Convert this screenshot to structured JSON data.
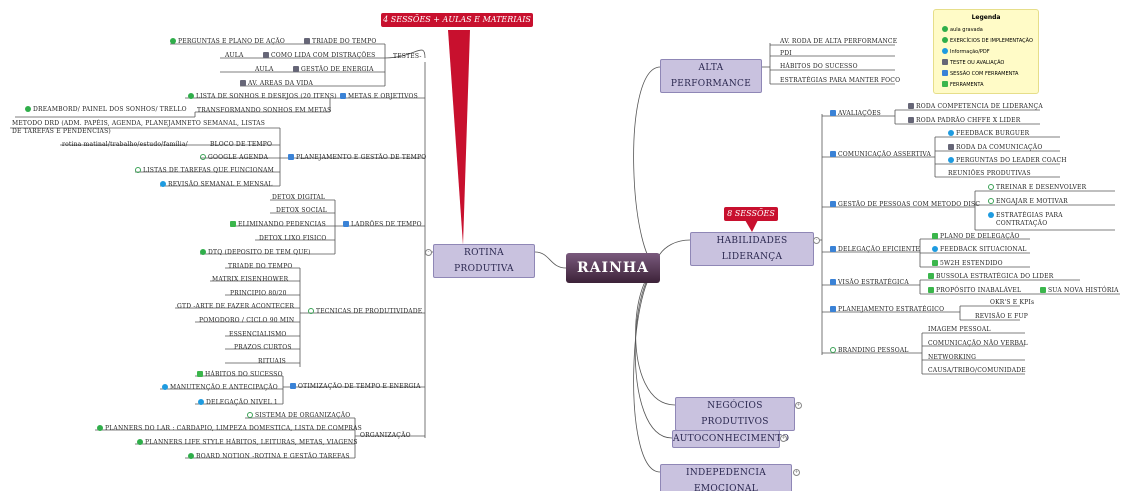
{
  "center": {
    "label": "RAINHA"
  },
  "callouts": {
    "sessions_materials": "4 SESSÕES + AULAS E MATERIAIS",
    "eight_sessions": "8 SESSÕES"
  },
  "legend": {
    "title": "Legenda",
    "items": [
      {
        "icon": "green-circle-icon",
        "label": "aula gravada"
      },
      {
        "icon": "green-ring-icon",
        "label": "EXERCÍCIOS DE IMPLEMENTAÇÃO"
      },
      {
        "icon": "blue-info-icon",
        "label": "Informação/PDF"
      },
      {
        "icon": "test-icon",
        "label": "TESTE OU AVALIAÇÃO"
      },
      {
        "icon": "session-tool-icon",
        "label": "SESSÃO COM FERRAMENTA"
      },
      {
        "icon": "tool-icon",
        "label": "FERRAMENTA"
      }
    ]
  },
  "right": {
    "alta_performance": {
      "label": "ALTA PERFORMANCE",
      "children": [
        "AV. RODA DE ALTA PERFORMANCE",
        "PDI",
        "HÁBITOS DO SUCESSO",
        "ESTRATÉGIAS PARA MANTER FOCO"
      ]
    },
    "habilidades": {
      "label": "HABILIDADES LIDERANÇA",
      "avaliacoes": {
        "label": "AVALIAÇÕES",
        "children": [
          "RODA COMPETENCIA DE LIDERANÇA",
          "RODA PADRÃO CHFFE X LIDER"
        ]
      },
      "comunicacao": {
        "label": "COMUNICAÇÃO ASSERTIVA",
        "children": [
          "FEEDBACK BURGUER",
          "RODA DA COMUNICAÇÃO",
          "PERGUNTAS DO LEADER COACH",
          "REUNIÕES PRODUTIVAS"
        ]
      },
      "gestao_pessoas": {
        "label": "GESTÃO DE PESSOAS COM METODO DISC",
        "children": [
          "TREINAR E DESENVOLVER",
          "ENGAJAR E MOTIVAR",
          "ESTRATÉGIAS PARA",
          "CONTRATAÇÃO"
        ]
      },
      "delegacao": {
        "label": "DELEGAÇÃO EFICIENTE",
        "children": [
          "PLANO DE DELEGAÇÃO",
          "FEEDBACK SITUACIONAL",
          "5W2H ESTENDIDO"
        ]
      },
      "visao": {
        "label": "VISÃO ESTRATÉGICA",
        "children": [
          "BUSSOLA ESTRATÉGICA DO LIDER",
          "PROPÓSITO INABALÁVEL",
          "SUA NOVA HISTÓRIA"
        ]
      },
      "planejamento": {
        "label": "PLANEJAMENTO ESTRATÉGICO",
        "children": [
          "OKR'S E KPIs",
          "REVISÃO E FUP"
        ]
      },
      "branding": {
        "label": "BRANDING PESSOAL",
        "children": [
          "IMAGEM PESSOAL",
          "COMUNICAÇÃO NÃO VERBAL",
          "NETWORKING",
          "CAUSA/TRIBO/COMUNIDADE"
        ]
      }
    },
    "negocios": {
      "label": "NEGÓCIOS PRODUTIVOS"
    },
    "autoconhecimento": {
      "label": "AUTOCONHECIMENTO"
    },
    "independencia": {
      "label": "INDEPEDENCIA EMOCIONAL"
    }
  },
  "left": {
    "rotina": {
      "label": "ROTINA PRODUTIVA"
    },
    "testes": {
      "label": "TESTES-",
      "triade": "TRIADE DO TEMPO",
      "perguntas": "PERGUNTAS E PLANO DE AÇÃO",
      "aula": "AULA",
      "distracoes": "COMO LIDA COM DISTRAÇÕES",
      "aula2": "AULA",
      "gestao_energia": "GESTÃO DE ENERGIA",
      "av_areas": "AV. AREAS DA VIDA"
    },
    "metas": {
      "label": "METAS E OBJETIVOS",
      "lista": "LISTA DE SONHOS E DESEJOS (20 ITENS)",
      "transformando": "TRANSFORMANDO SONHOS EM METAS",
      "dreamboard": "DREAMBORD/ PAINEL DOS SONHOS/ TRELLO"
    },
    "planejamento": {
      "label": "PLANEJAMENTO E GESTÃO DE TEMPO",
      "metodo1": "METODO DRD (ADM. PAPÉIS, AGENDA, PLANEJAMNETO SEMANAL, LISTAS",
      "metodo2": "DE TAREFAS E PENDENCIAS)",
      "rotina_matinal": "rotina matinal/trabalho/estudo/família/",
      "bloco": "BLOCO DE TEMPO",
      "google": "GOOGLE AGENDA",
      "listas": "LISTAS DE TAREFAS QUE FUNCIONAM",
      "revisao": "REVISÃO SEMANAL E MENSAL"
    },
    "ladroes": {
      "label": "LADRÕES DE TEMPO",
      "children": [
        "DETOX DIGITAL",
        "DETOX SOCIAL",
        "ELIMINANDO PEDENCIAS",
        "DETOX LIXO FISICO",
        "DTQ (DEPOSITO DE TEM QUE)"
      ]
    },
    "tecnicas": {
      "label": "TECNICAS DE PRODUTIVIDADE",
      "children": [
        "TRIADE DO TEMPO",
        "MATRIX EISENHOWER",
        "PRINCIPIO 80/20",
        "GTD -ARTE DE FAZER ACONTECER",
        "POMODORO / CICLO 90 MIN",
        "ESSENCIALISMO",
        "PRAZOS CURTOS",
        "RITUAIS"
      ]
    },
    "otimizacao": {
      "label": "OTIMIZAÇÃO DE TEMPO E ENERGIA",
      "children": [
        "HÁBITOS DO SUCESSO",
        "MANUTENÇÃO E ANTECIPAÇÃO",
        "DELEGAÇÃO NIVEL 1"
      ]
    },
    "organizacao": {
      "label": "ORGANIZAÇÃO",
      "children": [
        "SISTEMA DE ORGANIZAÇÃO",
        "PLANNERS DO LAR : CARDAPIO, LIMPEZA DOMESTICA, LISTA DE COMPRAS",
        "PLANNERS LIFE STYLE HÁBITOS, LEITURAS, METAS, VIAGENS",
        "BOARD NOTION -ROTINA E GESTÃO TAREFAS"
      ]
    }
  },
  "colors": {
    "main_fill": "#c9c2df",
    "main_border": "#8f87b6",
    "callout": "#c8102e",
    "center_dark": "#3c2238",
    "legend_bg": "#fffbc7"
  }
}
